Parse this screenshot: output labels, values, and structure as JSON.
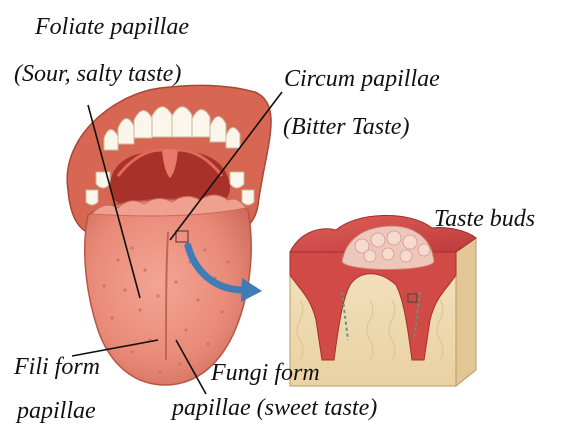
{
  "labels": {
    "foliate_title": "Foliate papillae",
    "foliate_taste": "(Sour, salty taste)",
    "circum_title": "Circum papillae",
    "circum_taste": "(Bitter Taste)",
    "taste_buds": "Taste buds",
    "fili_line1": "Fili form",
    "fili_line2": "papillae",
    "fungi_line1": "Fungi form",
    "fungi_line2": "papillae (sweet taste)"
  },
  "colors": {
    "tongue": "#e98a78",
    "tongue_shadow": "#c96555",
    "lips": "#d76652",
    "throat": "#a8322a",
    "teeth": "#fbf6ec",
    "tissue": "#f1dcb0",
    "tissue_surface": "#d24a46",
    "arrow": "#3f7cb8",
    "leader_line": "#111111"
  }
}
